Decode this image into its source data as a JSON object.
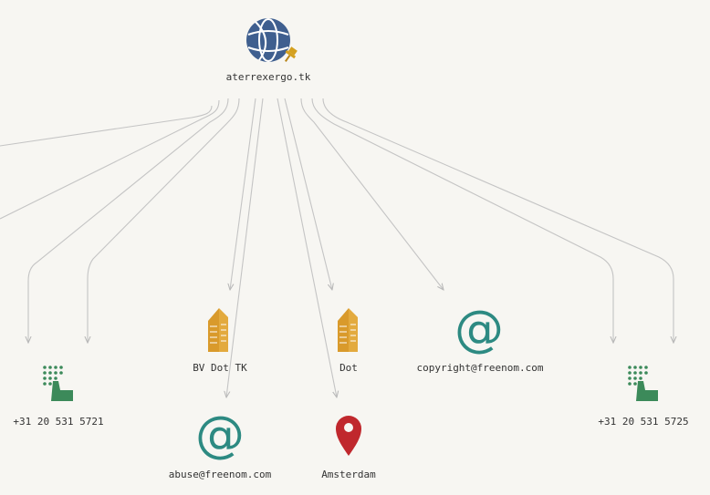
{
  "root": {
    "label": "aterrexergo.tk",
    "icon": "domain-globe-icon",
    "pin_icon": "pin-icon"
  },
  "nodes": [
    {
      "id": "phone1",
      "label": "+31 20 531 5721",
      "icon": "phone-keypad-icon"
    },
    {
      "id": "org1",
      "label": "BV Dot TK",
      "icon": "building-icon"
    },
    {
      "id": "email1",
      "label": "abuse@freenom.com",
      "icon": "at-sign-icon"
    },
    {
      "id": "org2",
      "label": "Dot",
      "icon": "building-icon"
    },
    {
      "id": "location1",
      "label": "Amsterdam",
      "icon": "map-pin-icon"
    },
    {
      "id": "email2",
      "label": "copyright@freenom.com",
      "icon": "at-sign-icon"
    },
    {
      "id": "phone2",
      "label": "+31 20 531 5725",
      "icon": "phone-keypad-icon"
    }
  ],
  "colors": {
    "globe": "#3f5f8f",
    "pin": "#d4a020",
    "building": "#d99a2b",
    "at": "#2d8a82",
    "phone": "#3c8a5a",
    "location": "#c0282d",
    "edge": "#c4c4c4"
  }
}
